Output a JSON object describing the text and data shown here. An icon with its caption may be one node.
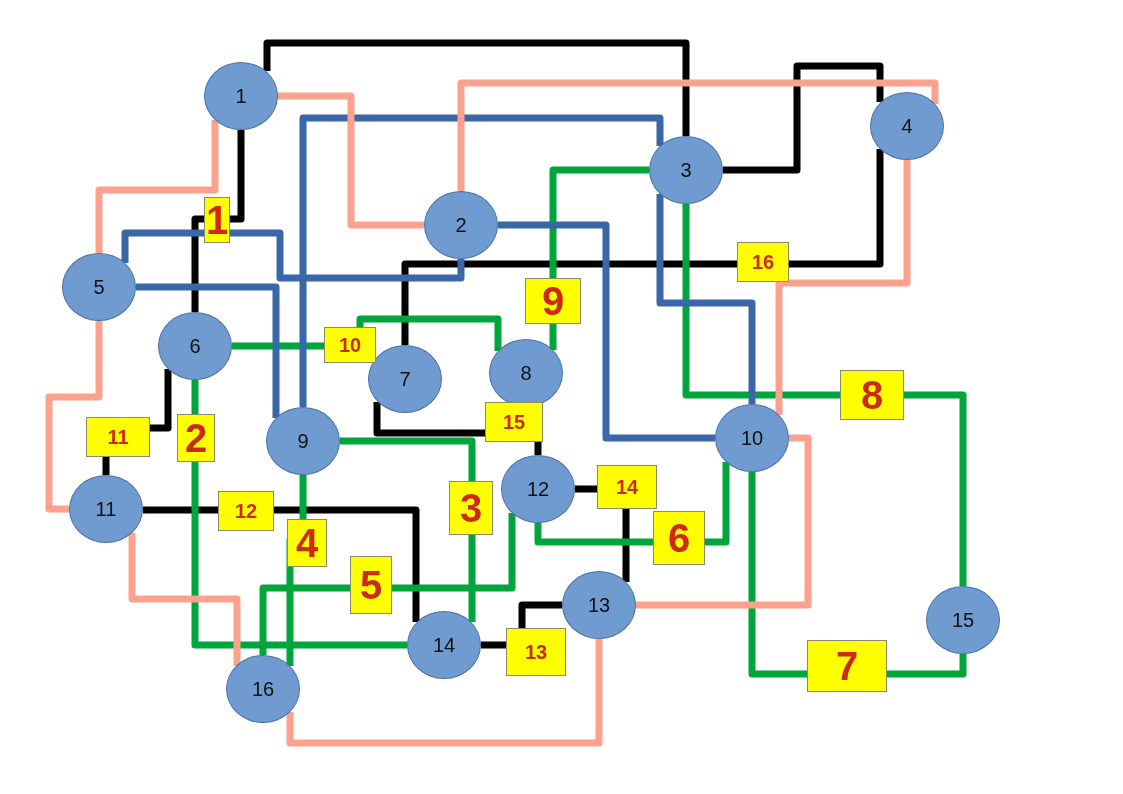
{
  "diagram": {
    "nodes": [
      {
        "text": [
          "1"
        ]
      },
      {
        "text": [
          "2"
        ]
      },
      {
        "text": [
          "3"
        ]
      },
      {
        "text": [
          "4"
        ]
      },
      {
        "text": [
          "5"
        ]
      },
      {
        "text": [
          "6"
        ]
      },
      {
        "text": [
          "7"
        ]
      },
      {
        "text": [
          "8"
        ]
      },
      {
        "text": [
          "9"
        ]
      },
      {
        "text": [
          "10"
        ]
      },
      {
        "text": [
          "11"
        ]
      },
      {
        "text": [
          "12"
        ]
      },
      {
        "text": [
          "13"
        ]
      },
      {
        "text": [
          "14"
        ]
      },
      {
        "text": [
          "15"
        ]
      },
      {
        "text": [
          "16"
        ]
      }
    ],
    "edges": [
      {
        "from": 0,
        "to": 2,
        "arrow": "none",
        "color": "#000000"
      },
      {
        "from": 0,
        "to": 5,
        "arrow": "none",
        "label": "1",
        "color": "#000000"
      },
      {
        "from": 2,
        "to": 3,
        "arrow": "none",
        "color": "#000000"
      },
      {
        "from": 3,
        "to": 6,
        "arrow": "none",
        "label": "16",
        "color": "#000000"
      },
      {
        "from": 5,
        "to": 10,
        "arrow": "none",
        "label": "11",
        "color": "#000000"
      },
      {
        "from": 10,
        "to": 13,
        "arrow": "none",
        "label": "12",
        "color": "#000000"
      },
      {
        "from": 6,
        "to": 11,
        "arrow": "none",
        "label": "15",
        "color": "#000000"
      },
      {
        "from": 11,
        "to": 12,
        "arrow": "none",
        "label": "14",
        "color": "#000000"
      },
      {
        "from": 13,
        "to": 12,
        "arrow": "none",
        "label": "13",
        "color": "#000000"
      },
      {
        "from": 5,
        "to": 13,
        "arrow": "none",
        "label": "2",
        "color": "#00a63c"
      },
      {
        "from": 8,
        "to": 13,
        "arrow": "none",
        "label": "3",
        "color": "#00a63c"
      },
      {
        "from": 8,
        "to": 15,
        "arrow": "none",
        "label": "4",
        "color": "#00a63c"
      },
      {
        "from": 11,
        "to": 15,
        "arrow": "none",
        "label": "5",
        "color": "#00a63c"
      },
      {
        "from": 11,
        "to": 9,
        "arrow": "none",
        "label": "6",
        "color": "#00a63c"
      },
      {
        "from": 9,
        "to": 14,
        "arrow": "none",
        "label": "7",
        "color": "#00a63c"
      },
      {
        "from": 2,
        "to": 14,
        "arrow": "none",
        "label": "8",
        "color": "#00a63c"
      },
      {
        "from": 2,
        "to": 7,
        "arrow": "none",
        "label": "9",
        "color": "#00a63c"
      },
      {
        "from": 5,
        "to": 7,
        "arrow": "none",
        "label": "10",
        "color": "#00a63c"
      },
      {
        "from": 4,
        "to": 1,
        "arrow": "none",
        "color": "#3a67a8"
      },
      {
        "from": 4,
        "to": 8,
        "arrow": "none",
        "color": "#3a67a8"
      },
      {
        "from": 8,
        "to": 2,
        "arrow": "none",
        "color": "#3a67a8"
      },
      {
        "from": 2,
        "to": 9,
        "arrow": "none",
        "color": "#3a67a8"
      },
      {
        "from": 1,
        "to": 9,
        "arrow": "none",
        "color": "#3a67a8"
      },
      {
        "from": 0,
        "to": 1,
        "arrow": "none",
        "color": "#fca18e"
      },
      {
        "from": 0,
        "to": 4,
        "arrow": "none",
        "color": "#fca18e"
      },
      {
        "from": 1,
        "to": 3,
        "arrow": "none",
        "color": "#fca18e"
      },
      {
        "from": 3,
        "to": 9,
        "arrow": "none",
        "color": "#fca18e"
      },
      {
        "from": 4,
        "to": 10,
        "arrow": "none",
        "color": "#fca18e"
      },
      {
        "from": 10,
        "to": 15,
        "arrow": "none",
        "color": "#fca18e"
      },
      {
        "from": 9,
        "to": 12,
        "arrow": "none",
        "color": "#fca18e"
      },
      {
        "from": 12,
        "to": 15,
        "arrow": "none",
        "color": "#fca18e"
      }
    ]
  }
}
